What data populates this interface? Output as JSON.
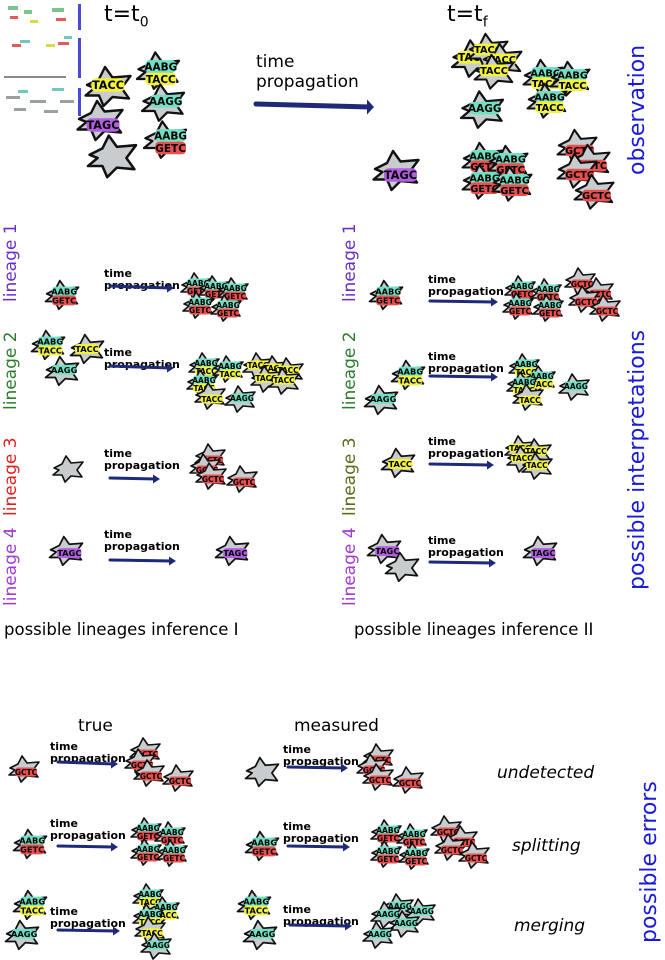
{
  "top": {
    "t0_label": "t=t",
    "t0_sub": "0",
    "tf_label": "t=t",
    "tf_sub": "f",
    "time_propagation": "time propagation",
    "side_label": "observation"
  },
  "interpretations": {
    "side_label": "possible interpretations",
    "left": {
      "caption": "possible lineages inference I",
      "lineages": [
        {
          "label": "lineage 1",
          "color": "#6b2fc9"
        },
        {
          "label": "lineage 2",
          "color": "#2e7d2e"
        },
        {
          "label": "lineage 3",
          "color": "#e0201c"
        },
        {
          "label": "lineage 4",
          "color": "#a23ad6"
        }
      ]
    },
    "right": {
      "caption": "possible lineages inference II",
      "lineages": [
        {
          "label": "lineage 1",
          "color": "#6b2fc9"
        },
        {
          "label": "lineage 2",
          "color": "#2e7d2e"
        },
        {
          "label": "lineage 3",
          "color": "#5e6a1a"
        },
        {
          "label": "lineage 4",
          "color": "#a23ad6"
        }
      ]
    },
    "time_propagation": "time propagation"
  },
  "errors": {
    "side_label": "possible errors",
    "true_label": "true",
    "measured_label": "measured",
    "time_propagation": "time propagation",
    "kinds": [
      "undetected",
      "splitting",
      "merging"
    ]
  },
  "barcodes": {
    "aabg": "AABG",
    "tacc": "TACC",
    "aagg": "AAGG",
    "tagc": "TAGC",
    "getc": "GETC",
    "gctc": "GCTC"
  },
  "colors": {
    "side_blue": "#1a1adc",
    "arrow": "#1e2a78",
    "cell_fill": "#c8ccce",
    "teal_tag": "#6fe0c4",
    "yellow_tag": "#f2f23a",
    "purple_tag": "#b25ee0",
    "red_tag": "#e8504e"
  }
}
